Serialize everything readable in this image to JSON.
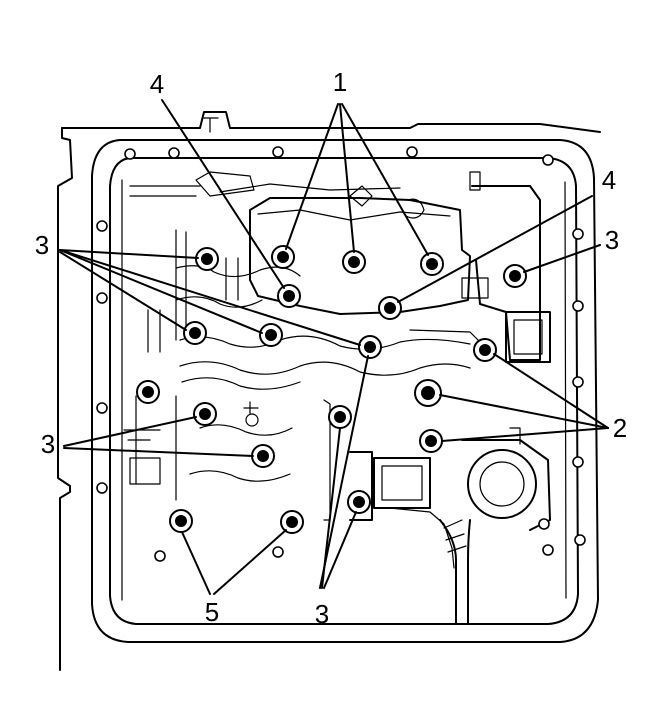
{
  "callouts": {
    "label_1": "1",
    "label_2": "2",
    "label_3_upper_left": "3",
    "label_3_right": "3",
    "label_3_lower_left": "3",
    "label_3_bottom": "3",
    "label_4_left": "4",
    "label_4_right": "4",
    "label_5": "5"
  }
}
